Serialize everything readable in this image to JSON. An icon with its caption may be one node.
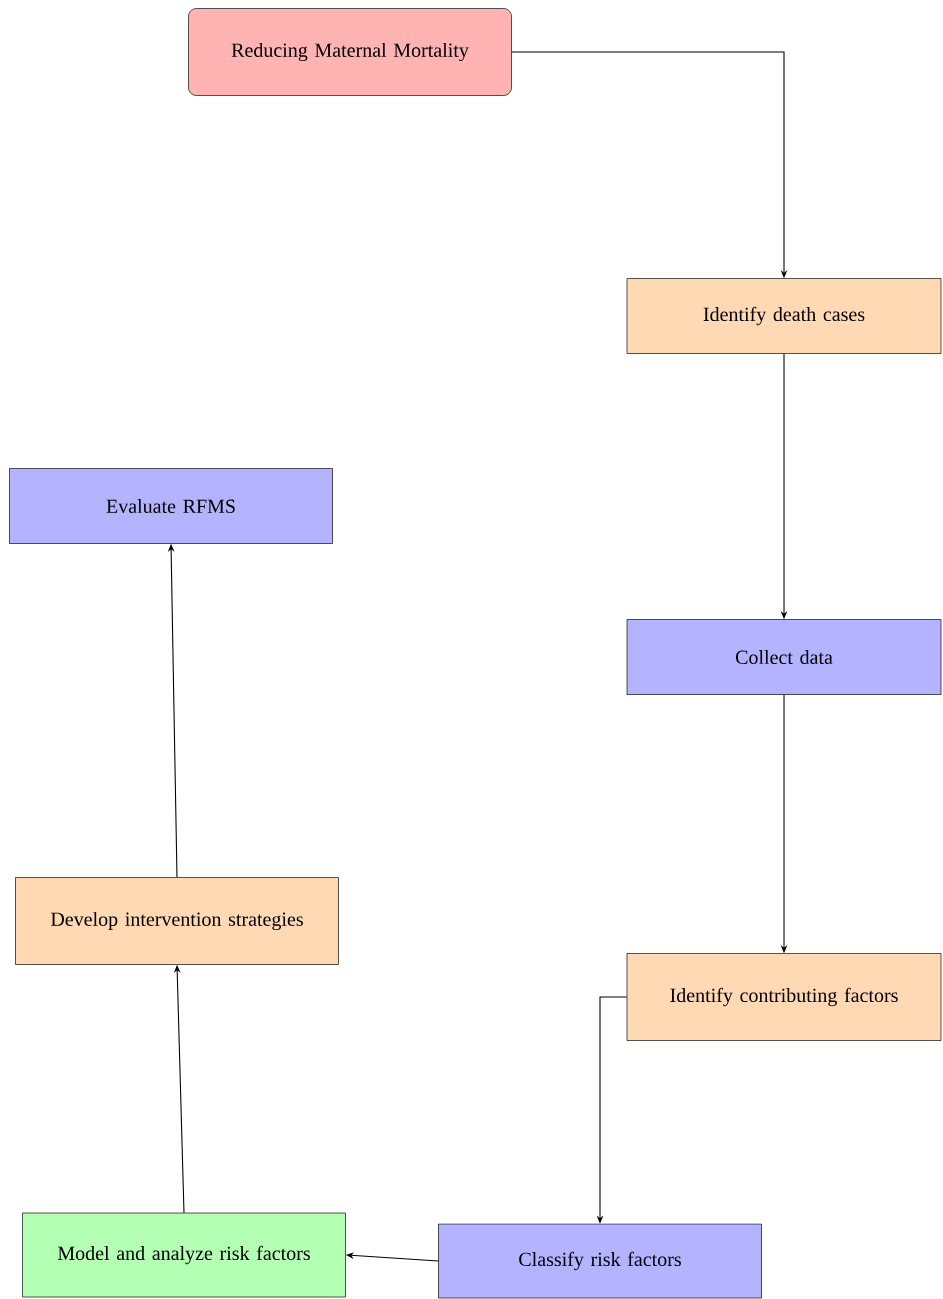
{
  "diagram": {
    "nodes": [
      {
        "text": [
          "Reducing Maternal Mortality"
        ]
      },
      {
        "text": [
          "Identify death cases"
        ]
      },
      {
        "text": [
          "Collect data"
        ]
      },
      {
        "text": [
          "Identify contributing factors"
        ]
      },
      {
        "text": [
          "Classify risk factors"
        ]
      },
      {
        "text": [
          "Model and analyze risk factors"
        ]
      },
      {
        "text": [
          "Develop intervention strategies"
        ]
      },
      {
        "text": [
          "Evaluate RFMS"
        ]
      }
    ],
    "edges": [
      {
        "from": 0,
        "to": 1,
        "arrow": "to"
      },
      {
        "from": 1,
        "to": 2,
        "arrow": "to"
      },
      {
        "from": 2,
        "to": 3,
        "arrow": "to"
      },
      {
        "from": 3,
        "to": 4,
        "arrow": "to"
      },
      {
        "from": 4,
        "to": 5,
        "arrow": "to"
      },
      {
        "from": 5,
        "to": 6,
        "arrow": "to"
      },
      {
        "from": 6,
        "to": 7,
        "arrow": "to"
      }
    ]
  }
}
